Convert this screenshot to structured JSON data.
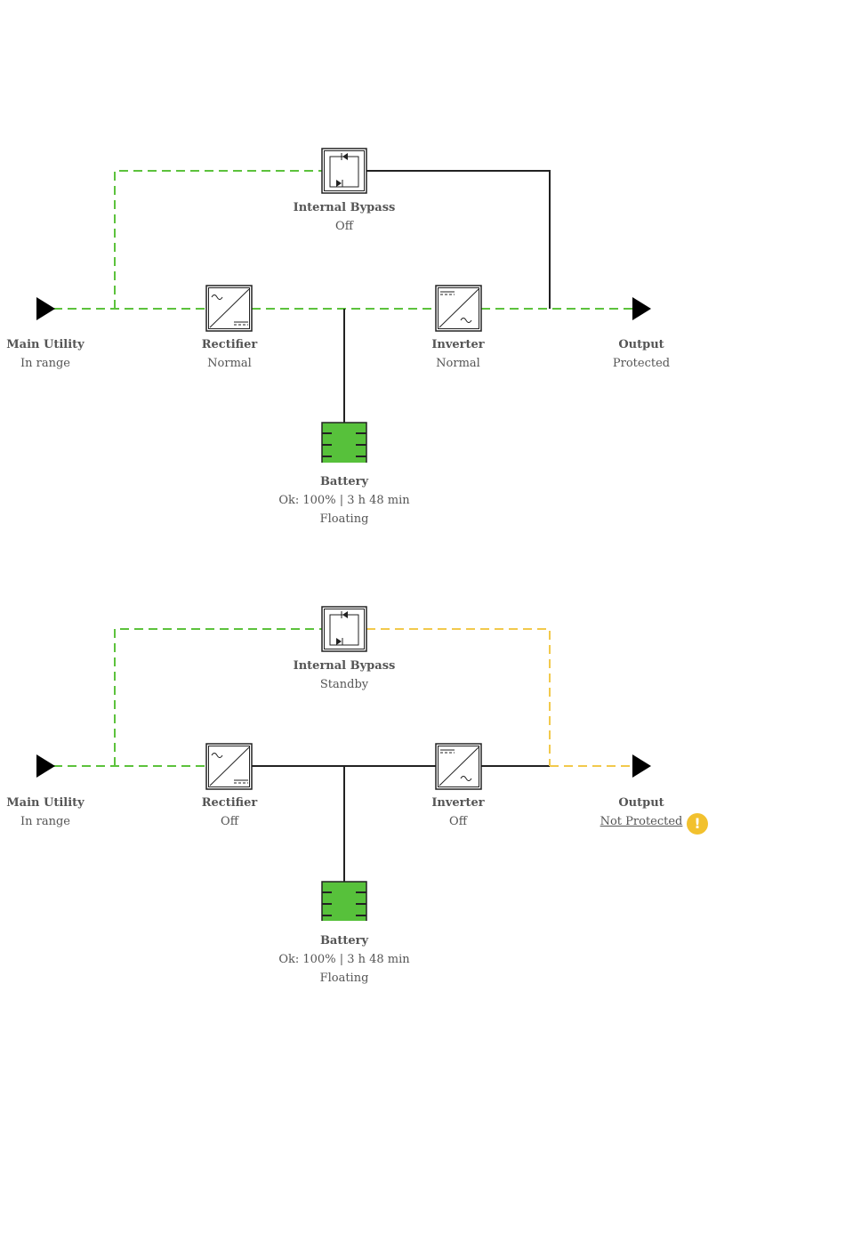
{
  "diagrams": [
    {
      "main_utility": {
        "title": "Main Utility",
        "status": "In range"
      },
      "rectifier": {
        "title": "Rectifier",
        "status": "Normal"
      },
      "inverter": {
        "title": "Inverter",
        "status": "Normal"
      },
      "output": {
        "title": "Output",
        "status": "Protected",
        "warning": false
      },
      "bypass": {
        "title": "Internal Bypass",
        "status": "Off"
      },
      "battery": {
        "title": "Battery",
        "status": "Ok: 100% | 3 h 48 min",
        "mode": "Floating"
      },
      "flows": {
        "utility_to_rectifier": "green",
        "bypass_input": "green",
        "bypass_output": "off",
        "rectifier_to_inverter": "green",
        "inverter_to_output": "green",
        "battery_link": "off"
      }
    },
    {
      "main_utility": {
        "title": "Main Utility",
        "status": "In range"
      },
      "rectifier": {
        "title": "Rectifier",
        "status": "Off"
      },
      "inverter": {
        "title": "Inverter",
        "status": "Off"
      },
      "output": {
        "title": "Output",
        "status": "Not Protected",
        "warning": true
      },
      "bypass": {
        "title": "Internal Bypass",
        "status": "Standby"
      },
      "battery": {
        "title": "Battery",
        "status": "Ok: 100% | 3 h 48 min",
        "mode": "Floating"
      },
      "flows": {
        "utility_to_rectifier": "green",
        "bypass_input": "green",
        "bypass_output": "yellow",
        "rectifier_to_inverter": "off",
        "inverter_to_output": "off",
        "battery_link": "off"
      }
    }
  ],
  "colors": {
    "green": "#5cc23c",
    "yellow": "#f2c94c",
    "line": "#222222",
    "battery_fill": "#57c13b",
    "warning": "#f2c12e"
  },
  "icons": {
    "input": "triangle-arrow-icon",
    "rectifier": "ac-dc-converter-icon",
    "inverter": "dc-ac-converter-icon",
    "bypass": "bypass-switch-icon",
    "battery": "battery-icon",
    "warning": "exclamation-icon"
  }
}
